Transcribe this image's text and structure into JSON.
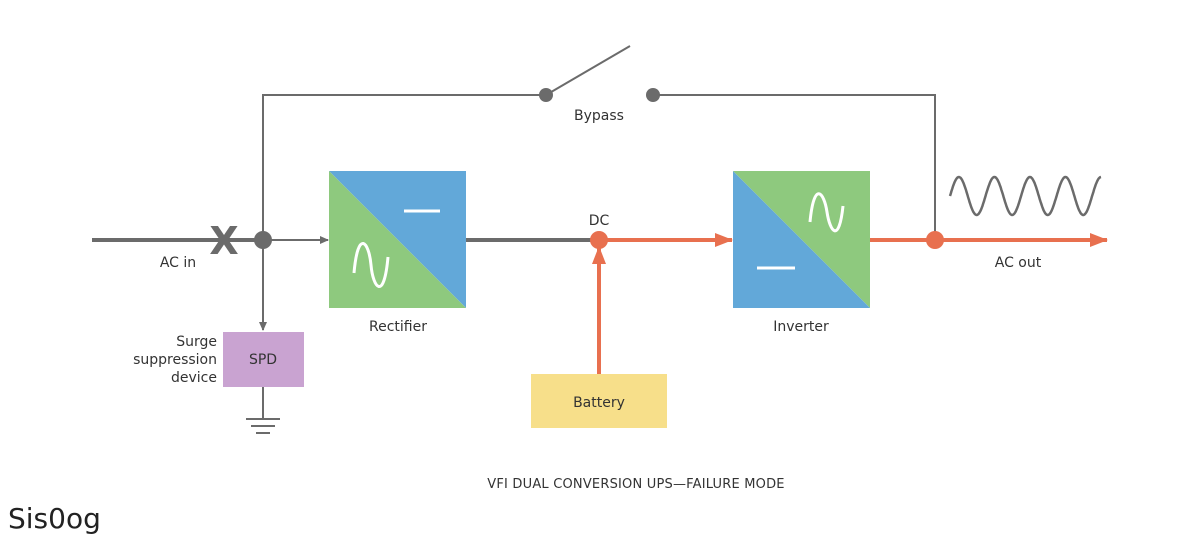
{
  "labels": {
    "bypass": "Bypass",
    "ac_in": "AC in",
    "dc": "DC",
    "ac_out": "AC out",
    "rectifier": "Rectifier",
    "inverter": "Inverter",
    "spd": "SPD",
    "battery": "Battery",
    "surge_line1": "Surge",
    "surge_line2": "suppression",
    "surge_line3": "device",
    "fault_mark": "X"
  },
  "caption": "VFI DUAL CONVERSION UPS—FAILURE MODE",
  "watermark": "Sis0og",
  "colors": {
    "wire": "#6b6b6b",
    "active_path": "#e8704f",
    "block_green": "#8ec97e",
    "block_blue": "#62a8d9",
    "spd_fill": "#c9a3d1",
    "battery_fill": "#f7df8a"
  },
  "icons": {
    "rectifier": [
      "ac-sine-icon",
      "dc-line-icon"
    ],
    "inverter": [
      "ac-sine-icon",
      "dc-line-icon"
    ],
    "output": "ac-waveform-icon",
    "ground": "ground-icon",
    "fault": "x-fault-icon"
  }
}
